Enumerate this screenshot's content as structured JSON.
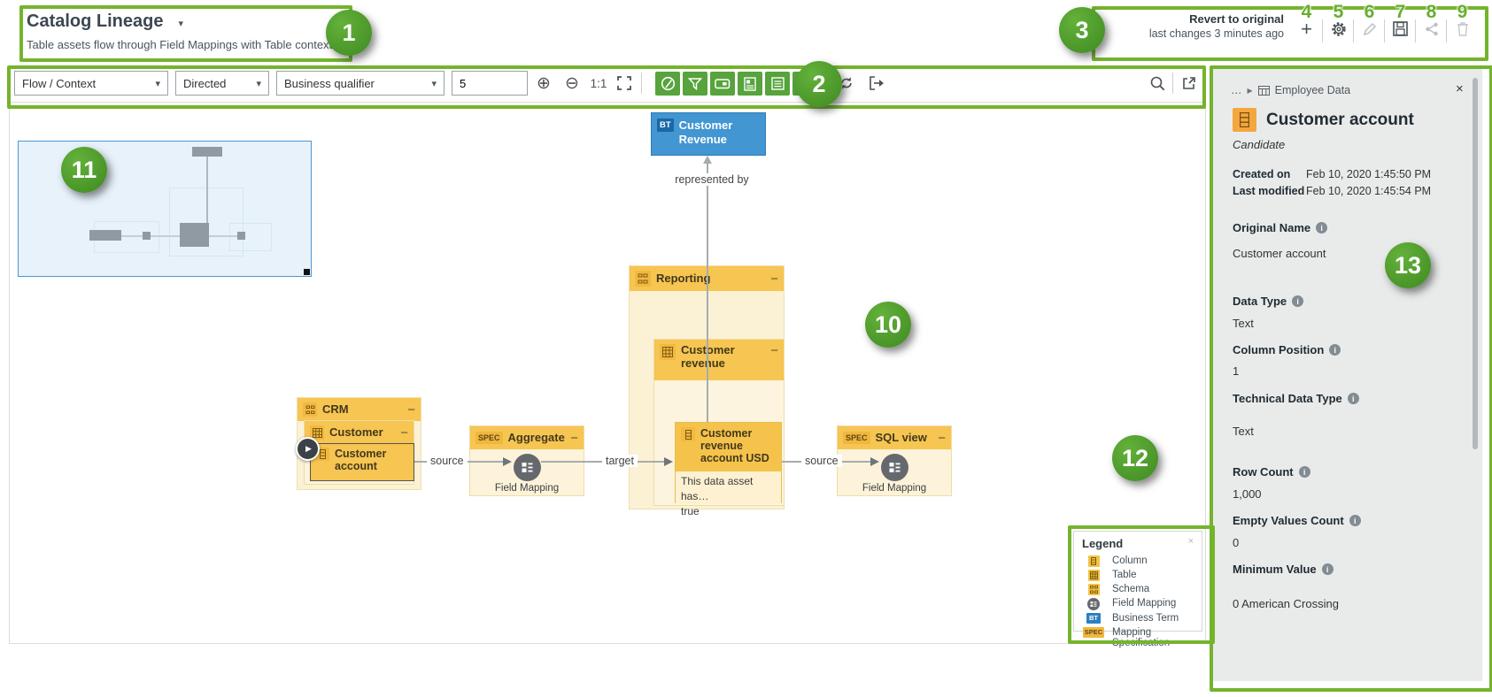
{
  "header": {
    "title": "Catalog Lineage",
    "subtitle": "Table assets flow through Field Mappings with Table context"
  },
  "revert": {
    "title": "Revert to original",
    "subtitle": "last changes 3 minutes ago"
  },
  "toolbar": {
    "layout_select": "Flow / Context",
    "direction_select": "Directed",
    "grouping_select": "Business qualifier",
    "depth_value": "5",
    "zoom_reset": "1:1"
  },
  "glyphs": {
    "caret": "▾",
    "minus": "−",
    "plus": "+",
    "close": "×",
    "play": "▶",
    "ellipsis": "…",
    "arrow": "▶",
    "info": "i",
    "zoom_in": "⊕",
    "zoom_out": "⊖"
  },
  "badges": [
    "1",
    "2",
    "3",
    "4",
    "5",
    "6",
    "7",
    "8",
    "9",
    "10",
    "11",
    "12",
    "13"
  ],
  "canvas": {
    "nodes": {
      "business_term": {
        "badge": "BT",
        "label": "Customer Revenue"
      },
      "reporting": {
        "label": "Reporting"
      },
      "customer_revenue": {
        "label": "Customer revenue"
      },
      "usd_column": {
        "label": "Customer revenue account USD",
        "attr1": "This data asset has…",
        "attr2": "true"
      },
      "crm": {
        "label": "CRM"
      },
      "customer": {
        "label": "Customer"
      },
      "customer_account": {
        "label": "Customer account"
      },
      "aggregate": {
        "badge": "SPEC",
        "label": "Aggregate",
        "mapping_label": "Field Mapping"
      },
      "sql_view": {
        "badge": "SPEC",
        "label": "SQL view",
        "mapping_label": "Field Mapping"
      }
    },
    "edges": {
      "represented_by": "represented by",
      "source_left": "source",
      "target": "target",
      "source_right": "source"
    }
  },
  "legend": {
    "title": "Legend",
    "items": [
      {
        "icon": "column-icon",
        "label": "Column"
      },
      {
        "icon": "table-icon",
        "label": "Table"
      },
      {
        "icon": "schema-icon",
        "label": "Schema"
      },
      {
        "icon": "field-mapping-icon",
        "label": "Field Mapping"
      },
      {
        "icon": "business-term-icon",
        "badge": "BT",
        "label": "Business Term"
      },
      {
        "icon": "mapping-spec-icon",
        "badge": "SPEC",
        "label": "Mapping Specification"
      }
    ]
  },
  "panel": {
    "breadcrumb": {
      "parent": "Employee Data"
    },
    "title": "Customer account",
    "status": "Candidate",
    "created_label": "Created on",
    "created_value": "Feb 10, 2020 1:45:50 PM",
    "modified_label": "Last modified",
    "modified_value": "Feb 10, 2020 1:45:54 PM",
    "fields": [
      {
        "label": "Original Name",
        "value": "Customer account"
      },
      {
        "label": "Data Type",
        "value": "Text"
      },
      {
        "label": "Column Position",
        "value": "1"
      },
      {
        "label": "Technical Data Type",
        "value": "Text"
      },
      {
        "label": "Row Count",
        "value": "1,000"
      },
      {
        "label": "Empty Values Count",
        "value": "0"
      },
      {
        "label": "Minimum Value",
        "value": "0 American Crossing"
      }
    ]
  },
  "colors": {
    "annotation_green": "#74b42d",
    "toggle_green": "#57a33c",
    "node_yellow": "#f6c552",
    "node_body": "#fcf3da",
    "business_term_blue": "#4296d2",
    "spec_badge_yellow": "#f0b73e",
    "panel_bg": "#e9ebeb"
  }
}
